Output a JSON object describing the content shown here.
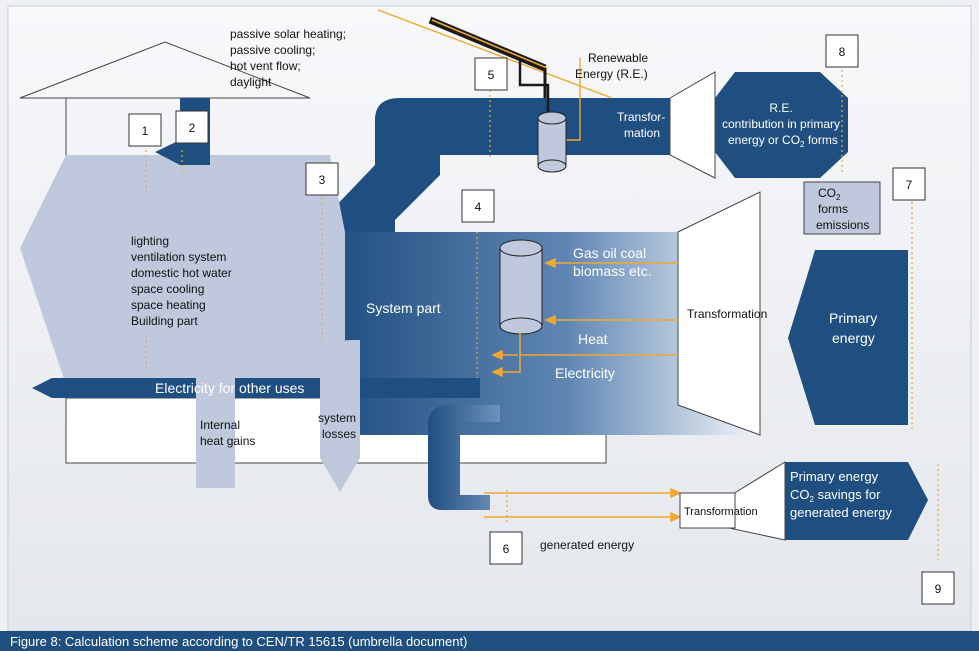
{
  "caption": "Figure 8: Calculation scheme according to CEN/TR 15615 (umbrella document)",
  "passive": [
    "passive solar heating;",
    "passive cooling;",
    "hot vent flow;",
    "daylight"
  ],
  "renewable": [
    "Renewable",
    "Energy (R.E.)"
  ],
  "transformation_re": [
    "Transfor-",
    "mation"
  ],
  "re_contribution": [
    "R.E.",
    "contribution in primary",
    "energy or CO",
    "2",
    " forms"
  ],
  "co2_emissions": [
    "CO",
    "2",
    "forms",
    "emissions"
  ],
  "building_uses": [
    "lighting",
    "ventilation system",
    "domestic hot water",
    "space cooling",
    "space heating",
    "Building part"
  ],
  "system_part": "System part",
  "fuels": [
    "Gas oil coal",
    "biomass etc."
  ],
  "heat": "Heat",
  "electricity": "Electricity",
  "transformation_primary": "Transformation",
  "primary_energy": [
    "Primary",
    "energy"
  ],
  "electricity_other": "Electricity for other uses",
  "internal_gains": [
    "Internal",
    "heat gains"
  ],
  "system_losses": [
    "system",
    "losses"
  ],
  "generated_energy": "generated energy",
  "transformation_generated": "Transformation",
  "savings": [
    "Primary energy",
    "CO",
    "2",
    " savings for",
    "generated energy"
  ],
  "numbers": [
    "1",
    "2",
    "3",
    "4",
    "5",
    "6",
    "7",
    "8",
    "9"
  ],
  "colors": {
    "dark_blue": "#1f4e80",
    "light_blue": "#bfc8dc",
    "orange": "#f0a830",
    "caption_bg": "#1f4e80"
  }
}
